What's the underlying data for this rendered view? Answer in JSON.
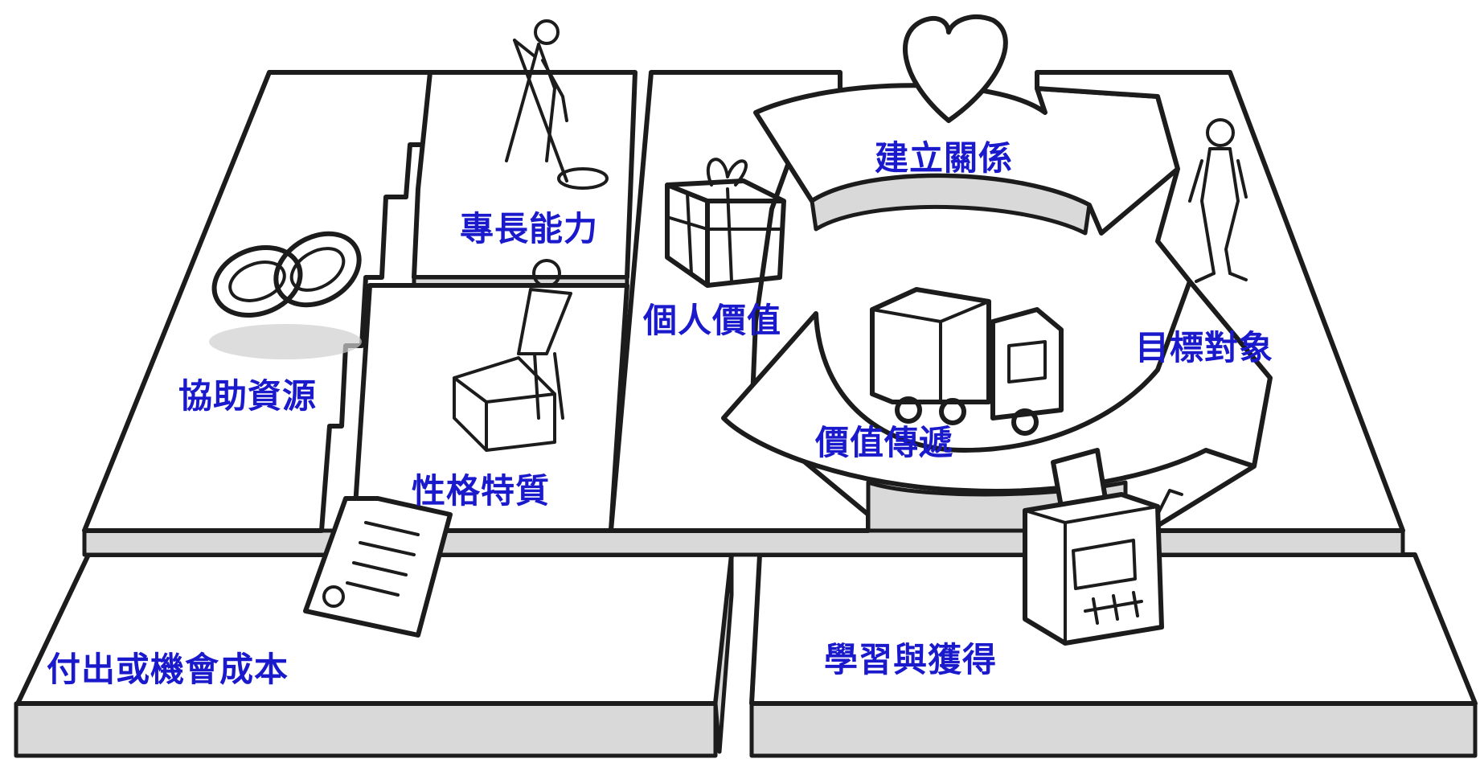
{
  "colors": {
    "label": "#1a1acc",
    "ink": "#1c1c1c",
    "side": "#d9d9d9",
    "background": "#ffffff"
  },
  "labels": {
    "key_partners": "協助資源",
    "key_activities": "專長能力",
    "key_resources": "性格特質",
    "value_proposition": "個人價值",
    "customer_relationships": "建立關係",
    "channels": "價值傳遞",
    "customer_segments": "目標對象",
    "cost_structure": "付出或機會成本",
    "revenue_streams": "學習與獲得"
  },
  "icons": [
    "chain-links-icon",
    "person-digging-icon",
    "person-with-box-icon",
    "gift-box-icon",
    "heart-icon",
    "delivery-truck-icon",
    "standing-person-icon",
    "price-list-paper-icon",
    "cash-register-icon"
  ]
}
